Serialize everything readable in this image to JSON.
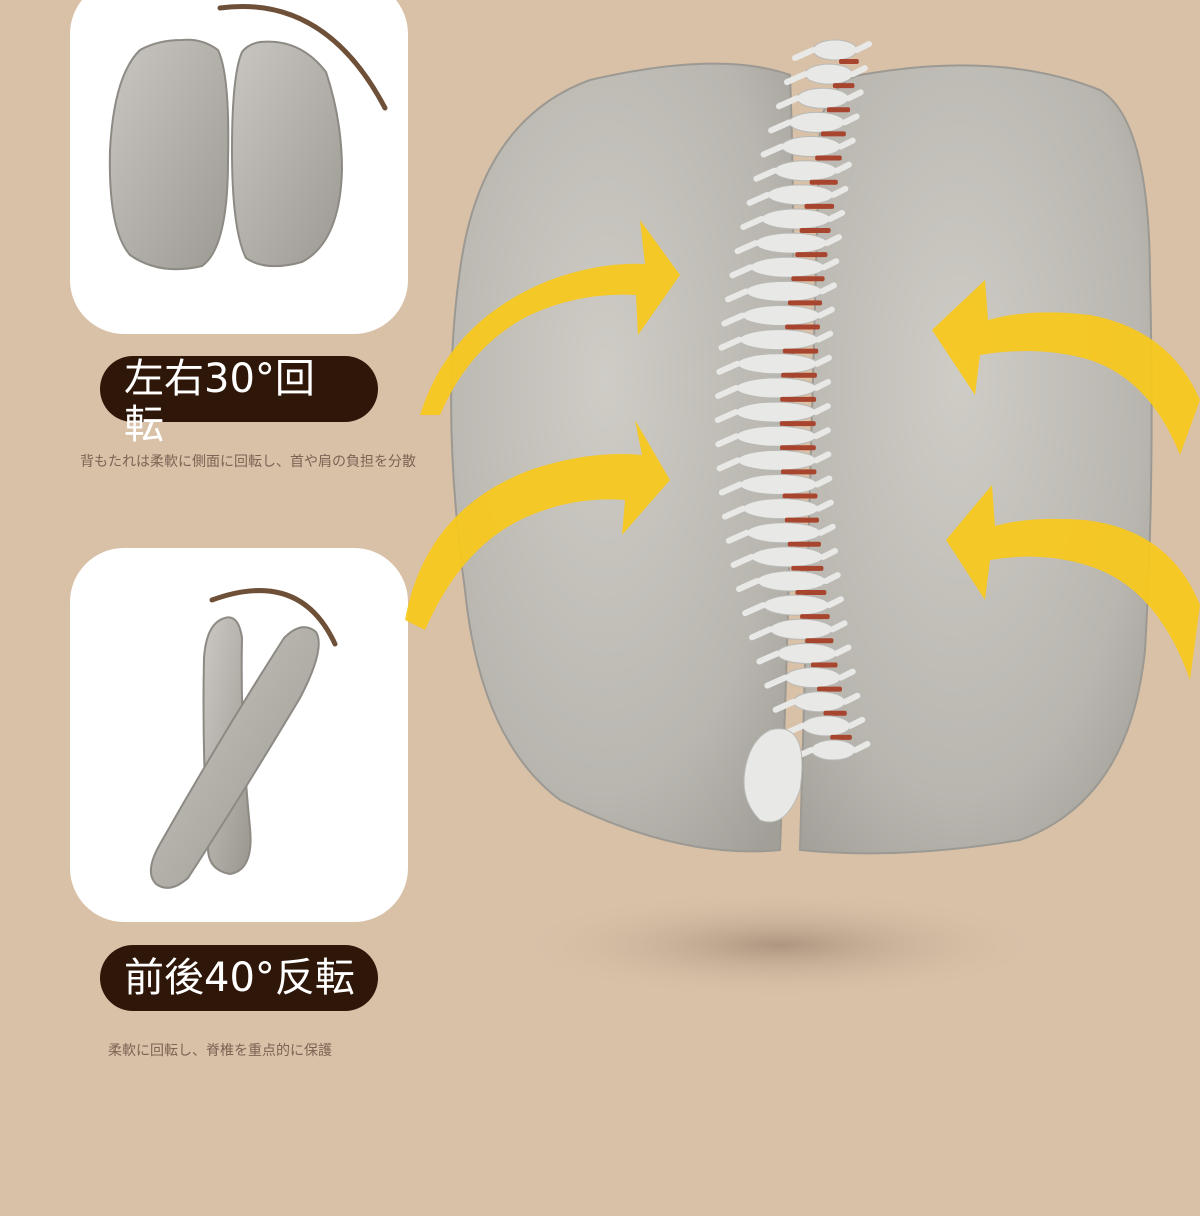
{
  "colors": {
    "background": "#d9c1a8",
    "card": "#ffffff",
    "pill": "#2e1608",
    "caption": "#7a6454",
    "arrow": "#f7c81b",
    "cushion": "#bdbab4",
    "vertebra": "#e8e8e6",
    "disc": "#a8452e"
  },
  "features": [
    {
      "title": "左右30°回転",
      "caption": "背もたれは柔軟に側面に回転し、首や肩の負担を分散"
    },
    {
      "title": "前後40°反転",
      "caption": "柔軟に回転し、脊椎を重点的に保護"
    }
  ]
}
